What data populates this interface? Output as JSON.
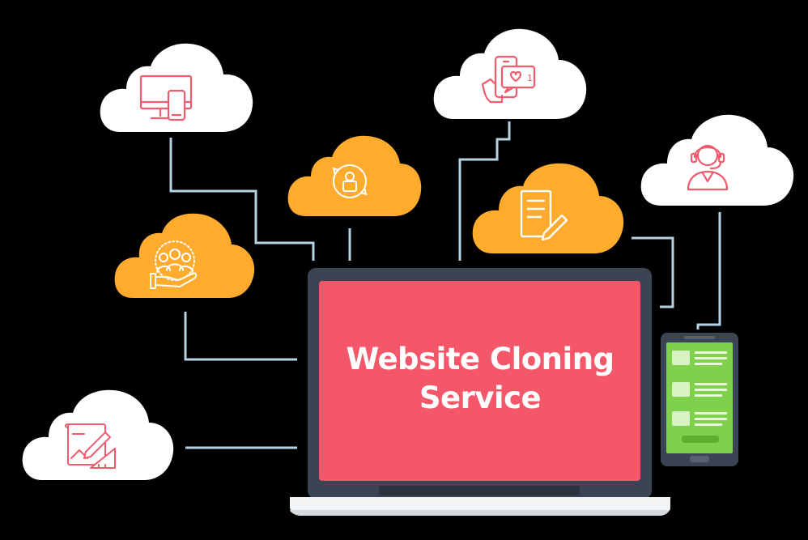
{
  "hero": {
    "title_line1": "Website Cloning",
    "title_line2": "Service"
  },
  "icon_badges": {
    "chat_like_count": "1"
  },
  "colors": {
    "background": "#000000",
    "connector": "#b6d3e4",
    "cloud_white": "#ffffff",
    "cloud_orange": "#ffab2e",
    "icon_pink": "#f05b6e",
    "screen_pink": "#f4576a",
    "laptop_frame": "#3b4453",
    "laptop_base": "#f1f3f5",
    "phone_green": "#7fd04a"
  },
  "icons": [
    "responsive-devices-icon",
    "chat-like-icon",
    "user-sync-icon",
    "team-hand-icon",
    "document-edit-icon",
    "customer-support-icon",
    "blueprint-design-icon"
  ]
}
